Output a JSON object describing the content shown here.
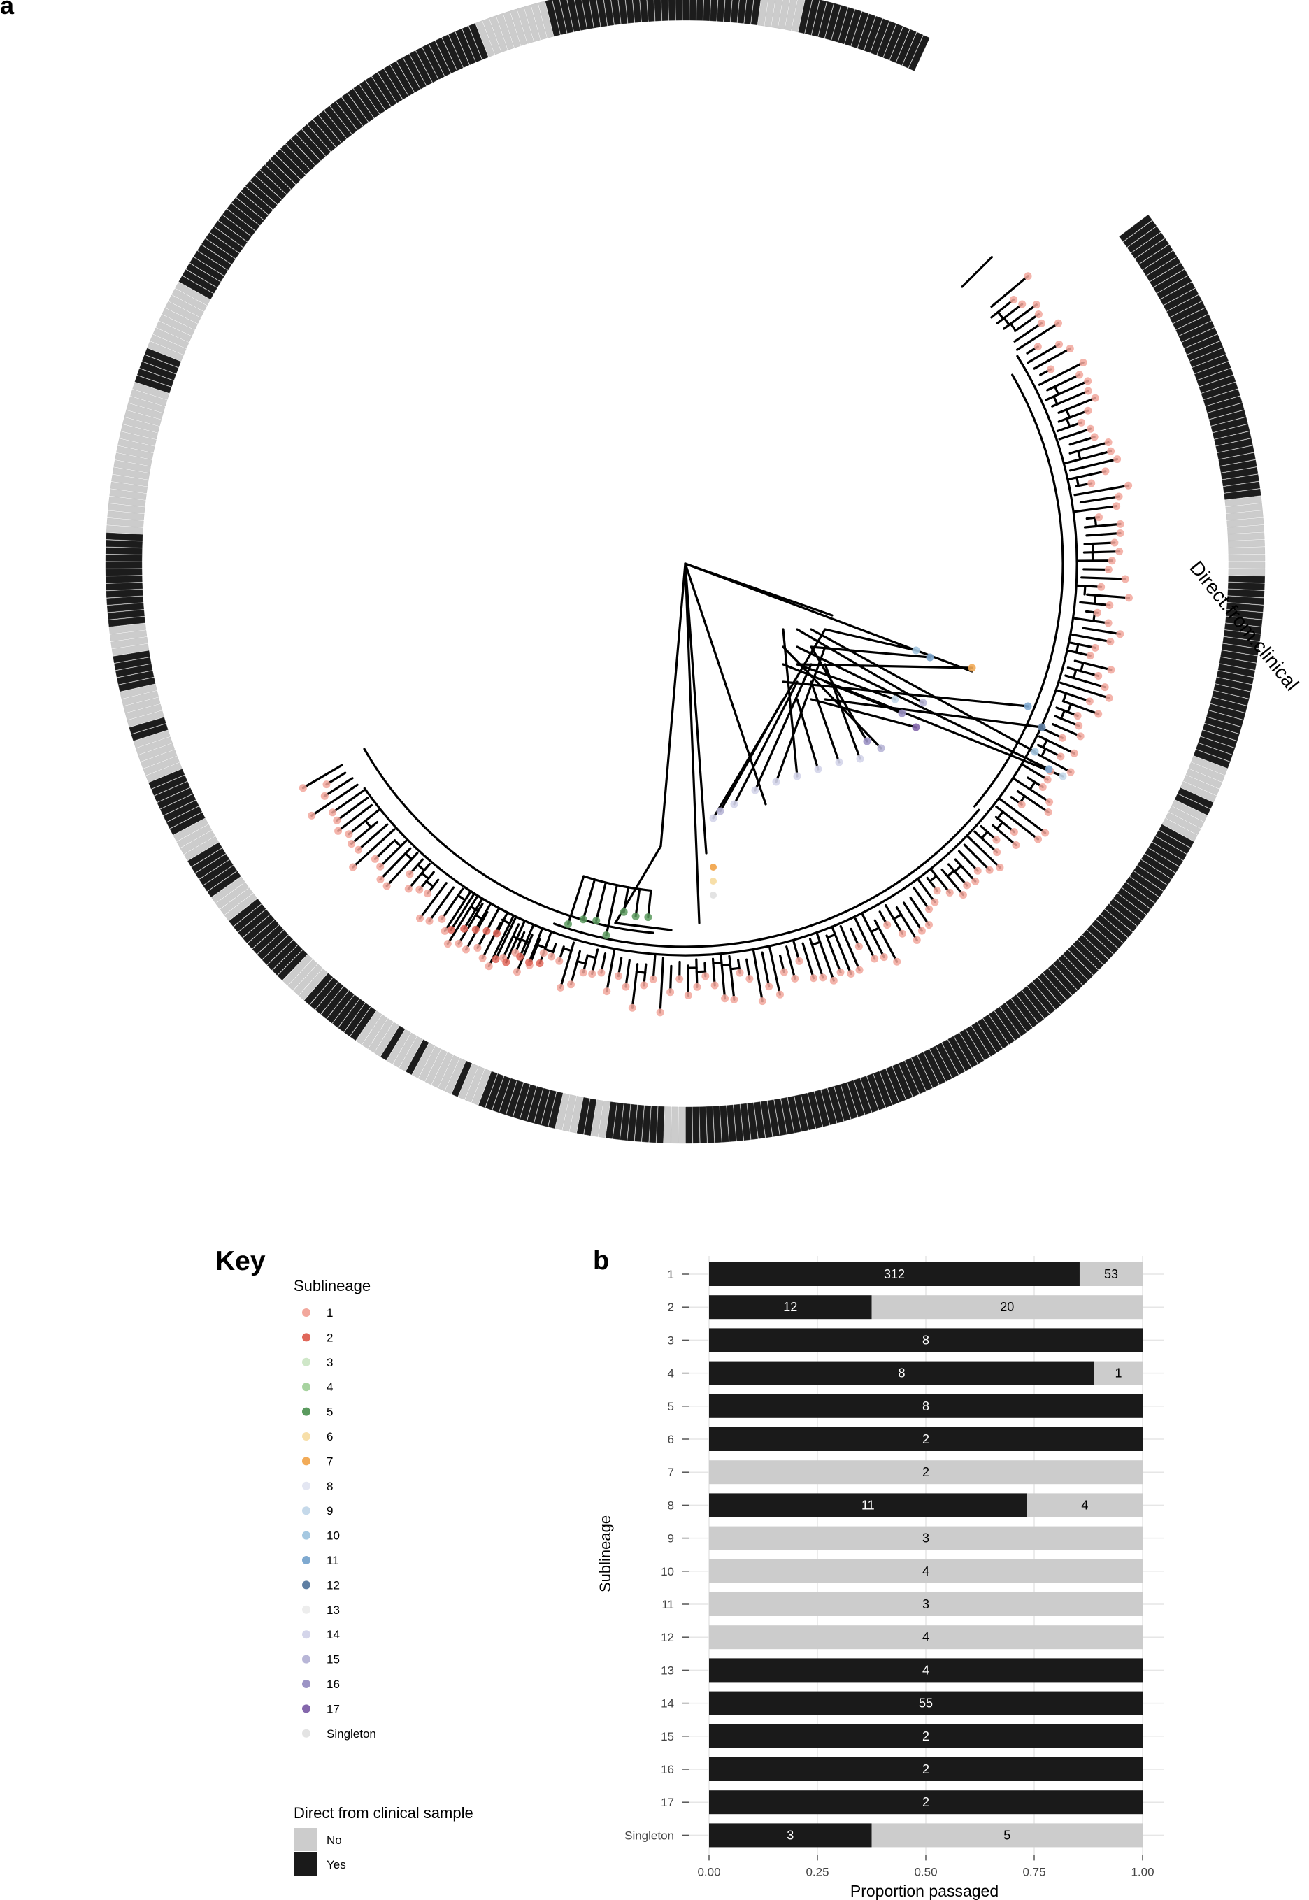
{
  "panel_a": {
    "letter": "a",
    "ring_label": "Direct.from.clinical"
  },
  "key": {
    "title": "Key",
    "sublineage_heading": "Sublineage",
    "sublineages": [
      {
        "label": "1",
        "color": "#f2a79c"
      },
      {
        "label": "2",
        "color": "#e0675a"
      },
      {
        "label": "3",
        "color": "#cfe7c8"
      },
      {
        "label": "4",
        "color": "#a7d3a0"
      },
      {
        "label": "5",
        "color": "#5a9a5e"
      },
      {
        "label": "6",
        "color": "#f7dfa9"
      },
      {
        "label": "7",
        "color": "#f2ab58"
      },
      {
        "label": "8",
        "color": "#e3e6f2"
      },
      {
        "label": "9",
        "color": "#c5d9ea"
      },
      {
        "label": "10",
        "color": "#a5c8e1"
      },
      {
        "label": "11",
        "color": "#7ea9d0"
      },
      {
        "label": "12",
        "color": "#5f7fa3"
      },
      {
        "label": "13",
        "color": "#ededed"
      },
      {
        "label": "14",
        "color": "#d4d5ea"
      },
      {
        "label": "15",
        "color": "#b8b6d7"
      },
      {
        "label": "16",
        "color": "#9c94c5"
      },
      {
        "label": "17",
        "color": "#8467ac"
      },
      {
        "label": "Singleton",
        "color": "#e3e3e3"
      }
    ],
    "clinical_heading": "Direct from clinical sample",
    "clinical_items": [
      {
        "label": "No",
        "color": "#cccccc"
      },
      {
        "label": "Yes",
        "color": "#1a1a1a"
      }
    ]
  },
  "chart_data": {
    "type": "bar",
    "panel_letter": "b",
    "orientation": "horizontal",
    "stacked": true,
    "normalized": true,
    "ylabel": "Sublineage",
    "xlabel": "Proportion passaged",
    "xlim": [
      0,
      1
    ],
    "xticks": [
      "0.00",
      "0.25",
      "0.50",
      "0.75",
      "1.00"
    ],
    "categories": [
      "1",
      "2",
      "3",
      "4",
      "5",
      "6",
      "7",
      "8",
      "9",
      "10",
      "11",
      "12",
      "13",
      "14",
      "15",
      "16",
      "17",
      "Singleton"
    ],
    "series": [
      {
        "name": "Yes",
        "color": "#1a1a1a",
        "label_color": "#ffffff",
        "values": [
          312,
          12,
          8,
          8,
          8,
          2,
          0,
          11,
          0,
          0,
          0,
          0,
          4,
          55,
          2,
          2,
          2,
          3
        ]
      },
      {
        "name": "No",
        "color": "#cccccc",
        "label_color": "#000000",
        "values": [
          53,
          20,
          0,
          1,
          0,
          0,
          2,
          4,
          3,
          4,
          3,
          4,
          0,
          0,
          0,
          0,
          0,
          5
        ]
      }
    ],
    "grid": true
  }
}
